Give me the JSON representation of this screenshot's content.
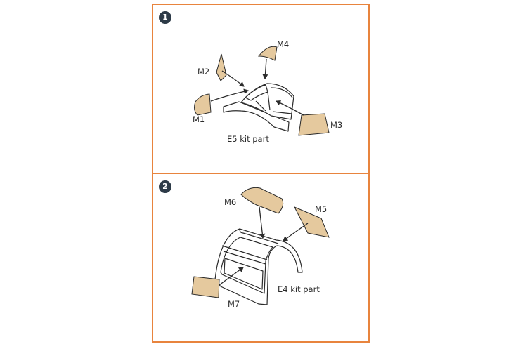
{
  "steps": [
    {
      "number": "1",
      "part_caption": "E5 kit part",
      "masks": [
        "M1",
        "M2",
        "M3",
        "M4"
      ]
    },
    {
      "number": "2",
      "part_caption": "E4 kit part",
      "masks": [
        "M5",
        "M6",
        "M7"
      ]
    }
  ],
  "colors": {
    "frame_border": "#e8843e",
    "badge_fill": "#2d3b48",
    "mask_fill": "#e5c99e",
    "outline": "#2b2b2b"
  }
}
